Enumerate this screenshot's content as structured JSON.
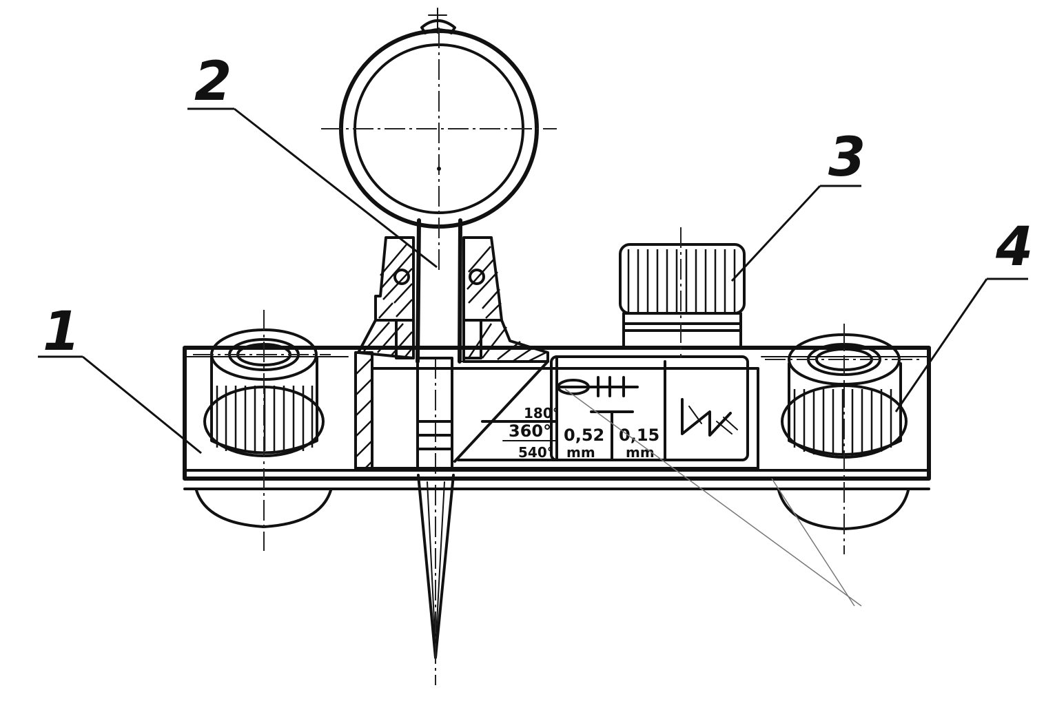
{
  "callouts": [
    {
      "id": "1",
      "label": "1"
    },
    {
      "id": "2",
      "label": "2"
    },
    {
      "id": "3",
      "label": "3"
    },
    {
      "id": "4",
      "label": "4"
    }
  ],
  "plate_table": {
    "angles": [
      "180°",
      "360°",
      "540°"
    ],
    "value_1": "0,52",
    "unit_1": "mm",
    "value_2": "0,15",
    "unit_2": "mm"
  }
}
